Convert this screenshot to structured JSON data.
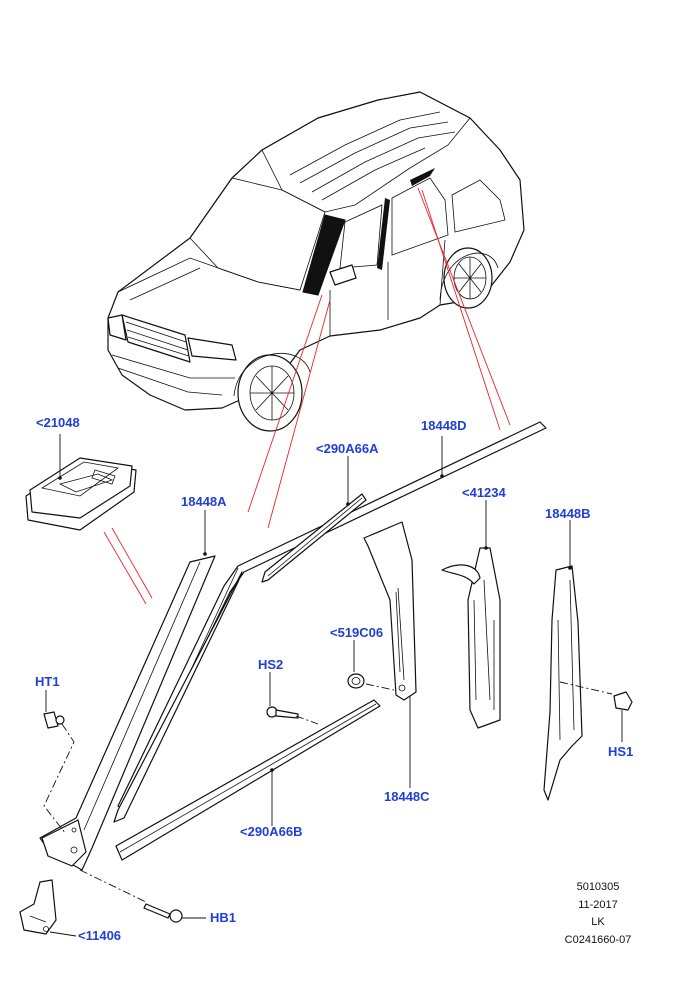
{
  "callouts": {
    "c21048": "<21048",
    "c18448A": "18448A",
    "c290A66A": "<290A66A",
    "c18448D": "18448D",
    "c41234": "<41234",
    "c18448B": "18448B",
    "c519C06": "<519C06",
    "cHS2": "HS2",
    "cHT1": "HT1",
    "c18448C": "18448C",
    "cHS1": "HS1",
    "c290A66B": "<290A66B",
    "cHB1": "HB1",
    "c11406": "<11406"
  },
  "meta": {
    "line1": "5010305",
    "line2": "11-2017",
    "line3": "LK",
    "line4": "C0241660-07"
  },
  "colors": {
    "callout": "#1f3fd6",
    "highlight": "#e8262b",
    "line": "#111111"
  }
}
